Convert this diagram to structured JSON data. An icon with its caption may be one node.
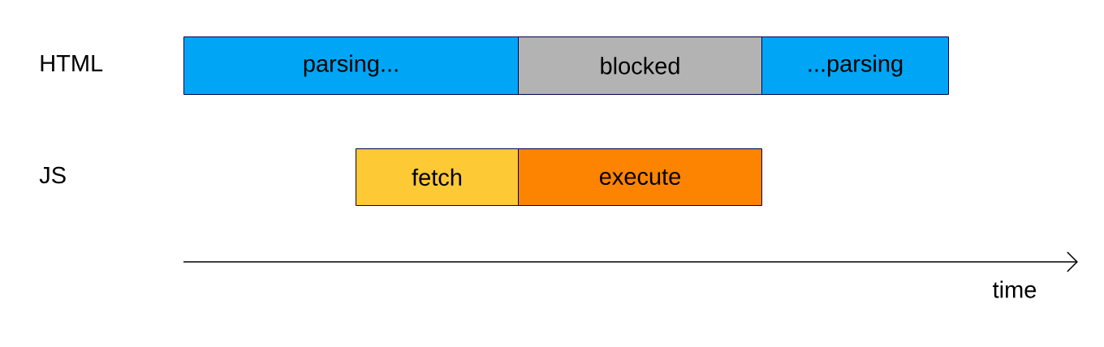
{
  "diagram": {
    "nodes": [
      {
        "text": [
          "parsing..."
        ]
      },
      {
        "text": [
          "blocked"
        ]
      },
      {
        "text": [
          "...parsing"
        ]
      },
      {
        "text": [
          "fetch"
        ]
      },
      {
        "text": [
          "execute"
        ]
      }
    ],
    "labels": [
      "HTML",
      "JS",
      "time"
    ]
  }
}
